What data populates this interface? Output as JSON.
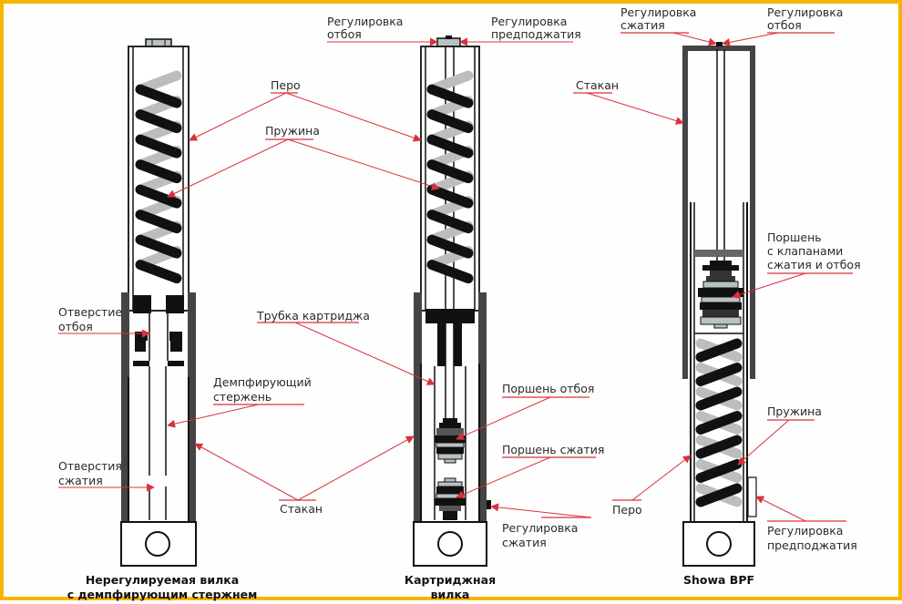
{
  "colors": {
    "frame_border": "#f7b500",
    "leader_line": "#d9323a",
    "part_dark": "#111111",
    "casing_gray": "#444444",
    "coil_back": "#bdbdbd",
    "valve_light": "#b9c2c2"
  },
  "forks": [
    {
      "id": "damper-rod",
      "caption_line1": "Нерегулируемая вилка",
      "caption_line2": "с демпфирующим стержнем",
      "labels": {
        "pero": "Перо",
        "spring": "Пружина",
        "rebound_hole_1": "Отверстие",
        "rebound_hole_2": "отбоя",
        "damper_rod_1": "Демпфирующий",
        "damper_rod_2": "стержень",
        "compression_holes_1": "Отверстия",
        "compression_holes_2": "сжатия",
        "lower_leg": "Стакан"
      }
    },
    {
      "id": "cartridge",
      "caption_line1": "Картриджная",
      "caption_line2": "вилка",
      "labels": {
        "rebound_adj_1": "Регулировка",
        "rebound_adj_2": "отбоя",
        "preload_adj_1": "Регулировка",
        "preload_adj_2": "предподжатия",
        "cartridge_tube": "Трубка картриджа",
        "rebound_piston": "Поршень отбоя",
        "compression_piston": "Поршень сжатия",
        "compression_adj_1": "Регулировка",
        "compression_adj_2": "сжатия"
      }
    },
    {
      "id": "showa-bpf",
      "caption_line1": "Showa BPF",
      "labels": {
        "compression_adj_1": "Регулировка",
        "compression_adj_2": "сжатия",
        "rebound_adj_1": "Регулировка",
        "rebound_adj_2": "отбоя",
        "lower_leg": "Стакан",
        "piston_1": "Поршень",
        "piston_2": "с клапанами",
        "piston_3": "сжатия и отбоя",
        "spring": "Пружина",
        "pero": "Перо",
        "preload_adj_1": "Регулировка",
        "preload_adj_2": "предподжатия"
      }
    }
  ]
}
